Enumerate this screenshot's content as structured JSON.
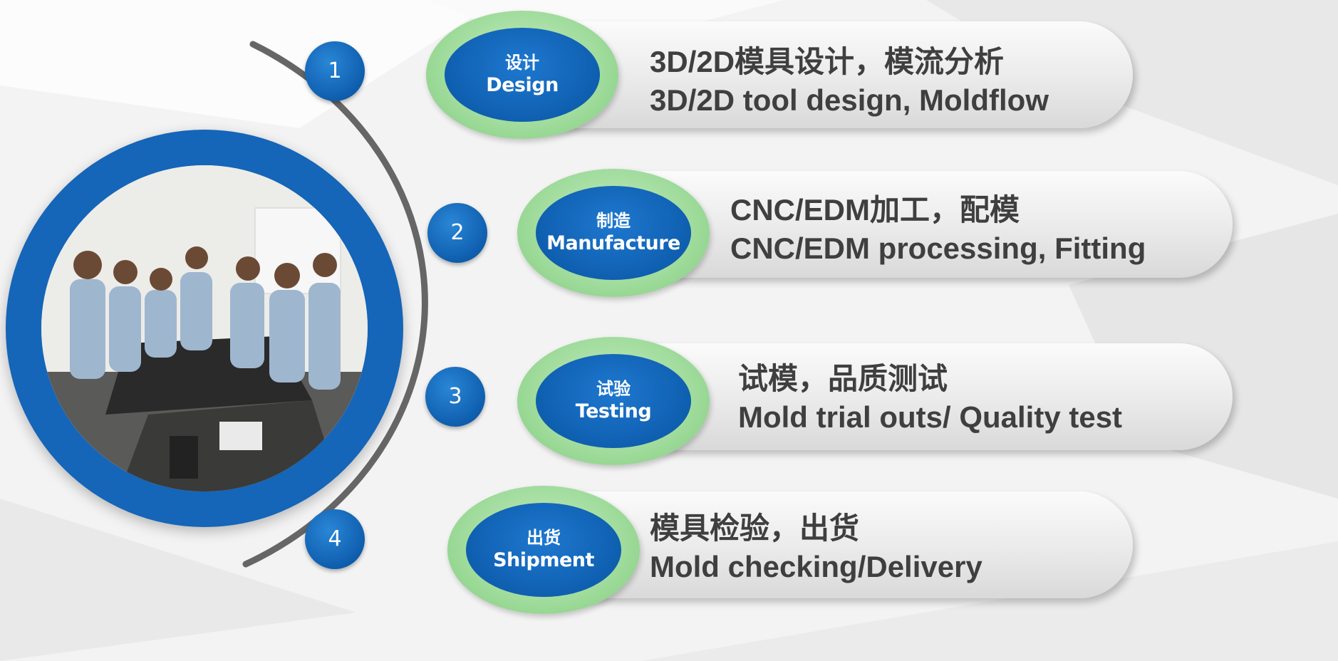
{
  "colors": {
    "accent_blue": "#0f5fb0",
    "badge_green": "#9fdb9b",
    "text_gray": "#3f3f3f",
    "arc_gray": "#666666"
  },
  "steps": [
    {
      "number": "1",
      "zh_label": "设计",
      "en_label": "Design",
      "line1": "3D/2D模具设计，模流分析",
      "line2": "3D/2D tool design, Moldflow"
    },
    {
      "number": "2",
      "zh_label": "制造",
      "en_label": "Manufacture",
      "line1": "CNC/EDM加工，配模",
      "line2": "CNC/EDM processing, Fitting"
    },
    {
      "number": "3",
      "zh_label": "试验",
      "en_label": "Testing",
      "line1": "试模，品质测试",
      "line2": "Mold trial outs/ Quality test"
    },
    {
      "number": "4",
      "zh_label": "出货",
      "en_label": "Shipment",
      "line1": "模具检验，出货",
      "line2": "Mold checking/Delivery"
    }
  ]
}
